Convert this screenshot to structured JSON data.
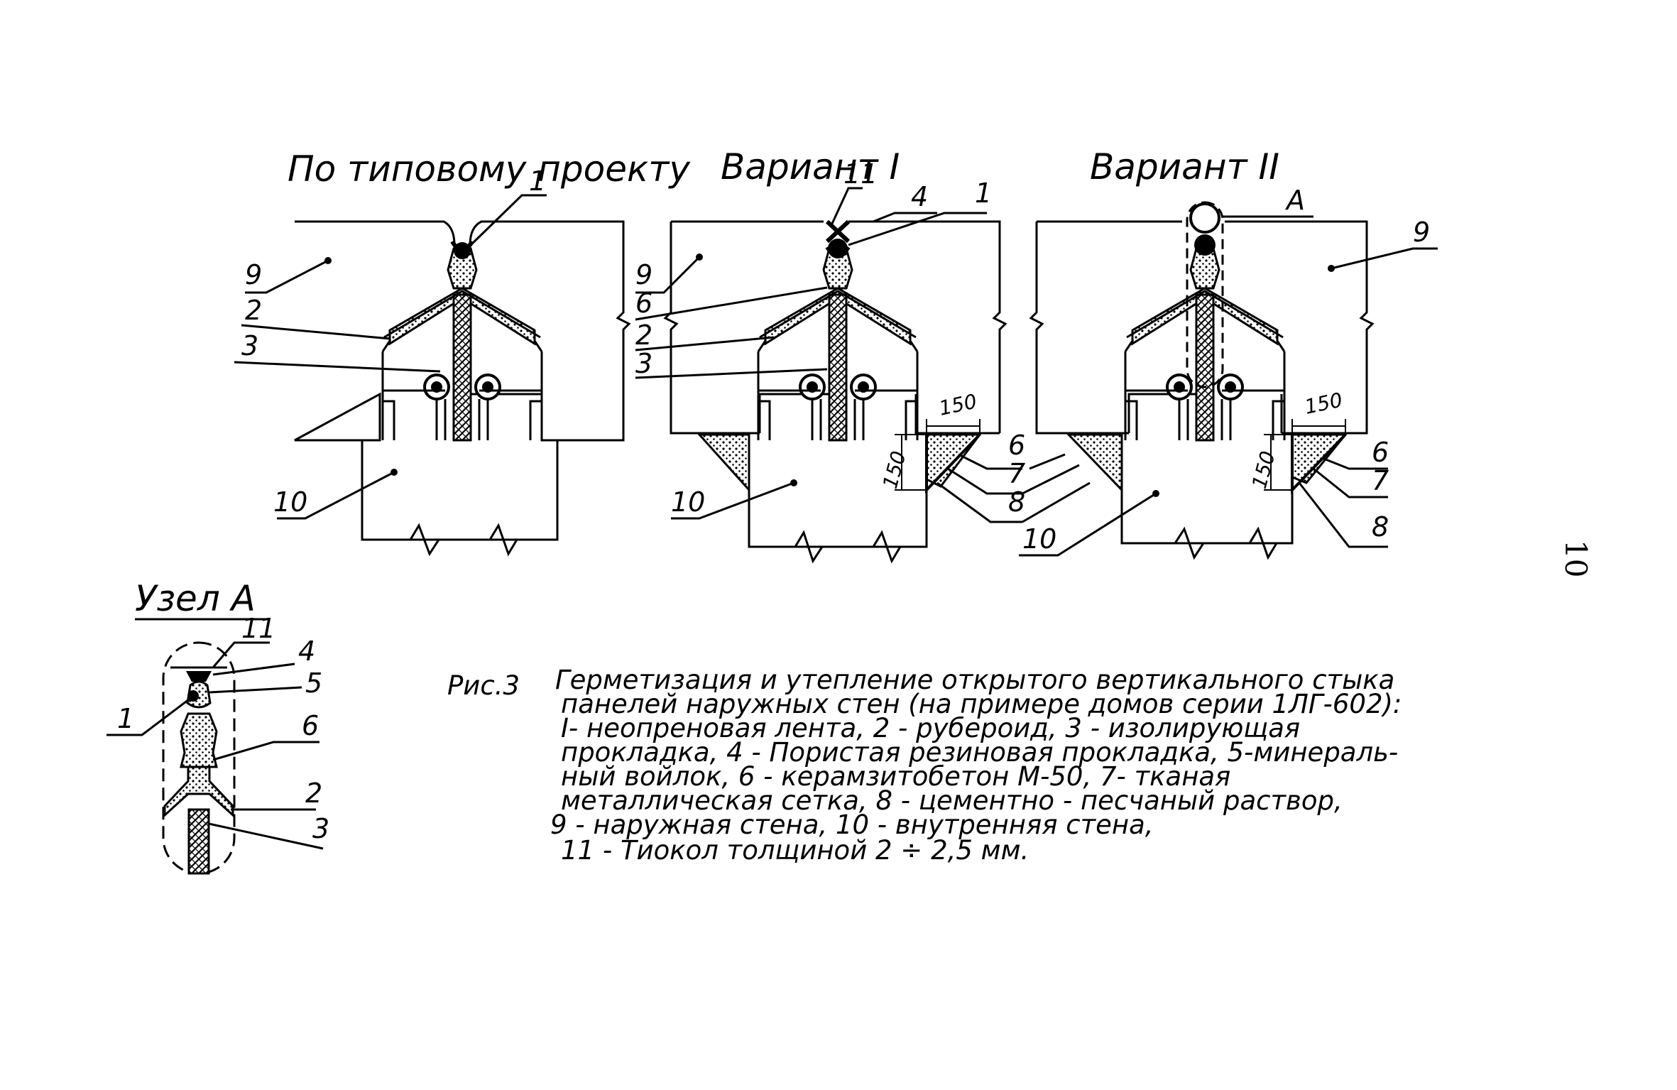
{
  "figure": {
    "panel_titles": [
      "По типовому проекту",
      "Вариант I",
      "Вариант II"
    ],
    "detail_title": "Узел А",
    "node_marker": "А",
    "dimension": "150",
    "caption_number": "Рис.3",
    "caption_lines": [
      "Герметизация и утепление открытого вертикального стыка",
      "панелей наружных стен (на примере домов серии 1ЛГ-602):",
      "I- неопреновая лента, 2 - рубероид, 3 - изолирующая",
      "прокладка, 4 - Пористая резиновая прокладка, 5-минераль-",
      "ный войлок, 6 - керамзитобетон М-50,   7- тканая",
      "металлическая сетка, 8 - цементно - песчаный раствор,",
      "9 - наружная стена,   10 - внутренняя стена,",
      "11 - Тиокол толщиной 2 ÷ 2,5 мм."
    ],
    "page_number": "10",
    "callouts": {
      "c1": "1",
      "c2": "2",
      "c3": "3",
      "c4": "4",
      "c5": "5",
      "c6": "6",
      "c7": "7",
      "c8": "8",
      "c9": "9",
      "c10": "10",
      "c11": "11"
    }
  }
}
